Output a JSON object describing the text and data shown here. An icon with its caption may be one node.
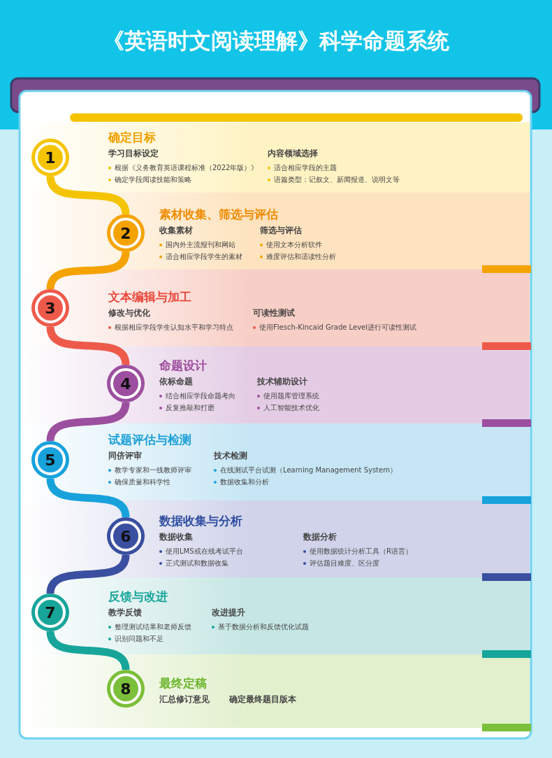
{
  "diagram": {
    "title": "《英语时文阅读理解》科学命题系统",
    "nodes": [
      {
        "text": [
          "确定目标"
        ]
      },
      {
        "text": [
          "1"
        ],
        "in": 0
      },
      {
        "text": [
          "学习目标设定",
          "根据《义务教育英语课程标准（2022年版）》",
          "确定学段阅读技能和策略"
        ],
        "in": 0
      },
      {
        "text": [
          "内容领域选择",
          "适合相应学段的主题",
          "语篇类型：记叙文、新闻报道、说明文等"
        ],
        "in": 0
      },
      {
        "text": [
          "素材收集、筛选与评估"
        ]
      },
      {
        "text": [
          "2"
        ],
        "in": 4
      },
      {
        "text": [
          "收集素材",
          "国内外主流报刊和网站",
          "适合相应学段学生的素材"
        ],
        "in": 4
      },
      {
        "text": [
          "筛选与评估",
          "使用文本分析软件",
          "难度评估和适读性分析"
        ],
        "in": 4
      },
      {
        "text": [
          "文本编辑与加工"
        ]
      },
      {
        "text": [
          "3"
        ],
        "in": 8
      },
      {
        "text": [
          "修改与优化",
          "根据相应学段学生认知水平和学习特点"
        ],
        "in": 8
      },
      {
        "text": [
          "可读性测试",
          "使用Flesch-Kincaid Grade Level进行可读性测试"
        ],
        "in": 8
      },
      {
        "text": [
          "命题设计"
        ]
      },
      {
        "text": [
          "4"
        ],
        "in": 12
      },
      {
        "text": [
          "依标命题",
          "结合相应学段命题考向",
          "反复推敲和打磨"
        ],
        "in": 12
      },
      {
        "text": [
          "技术辅助设计",
          "使用题库管理系统",
          "人工智能技术优化"
        ],
        "in": 12
      },
      {
        "text": [
          "试题评估与检测"
        ]
      },
      {
        "text": [
          "5"
        ],
        "in": 16
      },
      {
        "text": [
          "同侪评审",
          "教学专家和一线教师评审",
          "确保质量和科学性"
        ],
        "in": 16
      },
      {
        "text": [
          "技术检测",
          "在线测试平台试测（Learning Management System）",
          "数据收集和分析"
        ],
        "in": 16
      },
      {
        "text": [
          "数据收集与分析"
        ]
      },
      {
        "text": [
          "6"
        ],
        "in": 20
      },
      {
        "text": [
          "数据收集",
          "使用LMS或在线考试平台",
          "正式测试和数据收集"
        ],
        "in": 20
      },
      {
        "text": [
          "数据分析",
          "使用数据统计分析工具（R语言）",
          "评估题目难度、区分度"
        ],
        "in": 20
      },
      {
        "text": [
          "反馈与改进"
        ]
      },
      {
        "text": [
          "7"
        ],
        "in": 24
      },
      {
        "text": [
          "教学反馈",
          "整理测试结果和老师反馈",
          "识别问题和不足"
        ],
        "in": 24
      },
      {
        "text": [
          "改进提升",
          "基于数据分析和反馈优化试题"
        ],
        "in": 24
      },
      {
        "text": [
          "最终定稿"
        ]
      },
      {
        "text": [
          "8"
        ],
        "in": 28
      },
      {
        "text": [
          "汇总修订意见"
        ],
        "in": 28
      },
      {
        "text": [
          "确定最终题目版本"
        ],
        "in": 28
      }
    ],
    "edges": [
      {
        "from": 1,
        "to": 5,
        "arrow": "none",
        "color": "#f5c400"
      },
      {
        "from": 5,
        "to": 9,
        "arrow": "none",
        "color": "#f5a300"
      },
      {
        "from": 9,
        "to": 13,
        "arrow": "none",
        "color": "#ee5a4a"
      },
      {
        "from": 13,
        "to": 17,
        "arrow": "none",
        "color": "#9c4f9e"
      },
      {
        "from": 17,
        "to": 21,
        "arrow": "none",
        "color": "#17a2dc"
      },
      {
        "from": 21,
        "to": 25,
        "arrow": "none",
        "color": "#3a4fa0"
      },
      {
        "from": 25,
        "to": 29,
        "arrow": "none",
        "color": "#17a59a"
      }
    ]
  }
}
